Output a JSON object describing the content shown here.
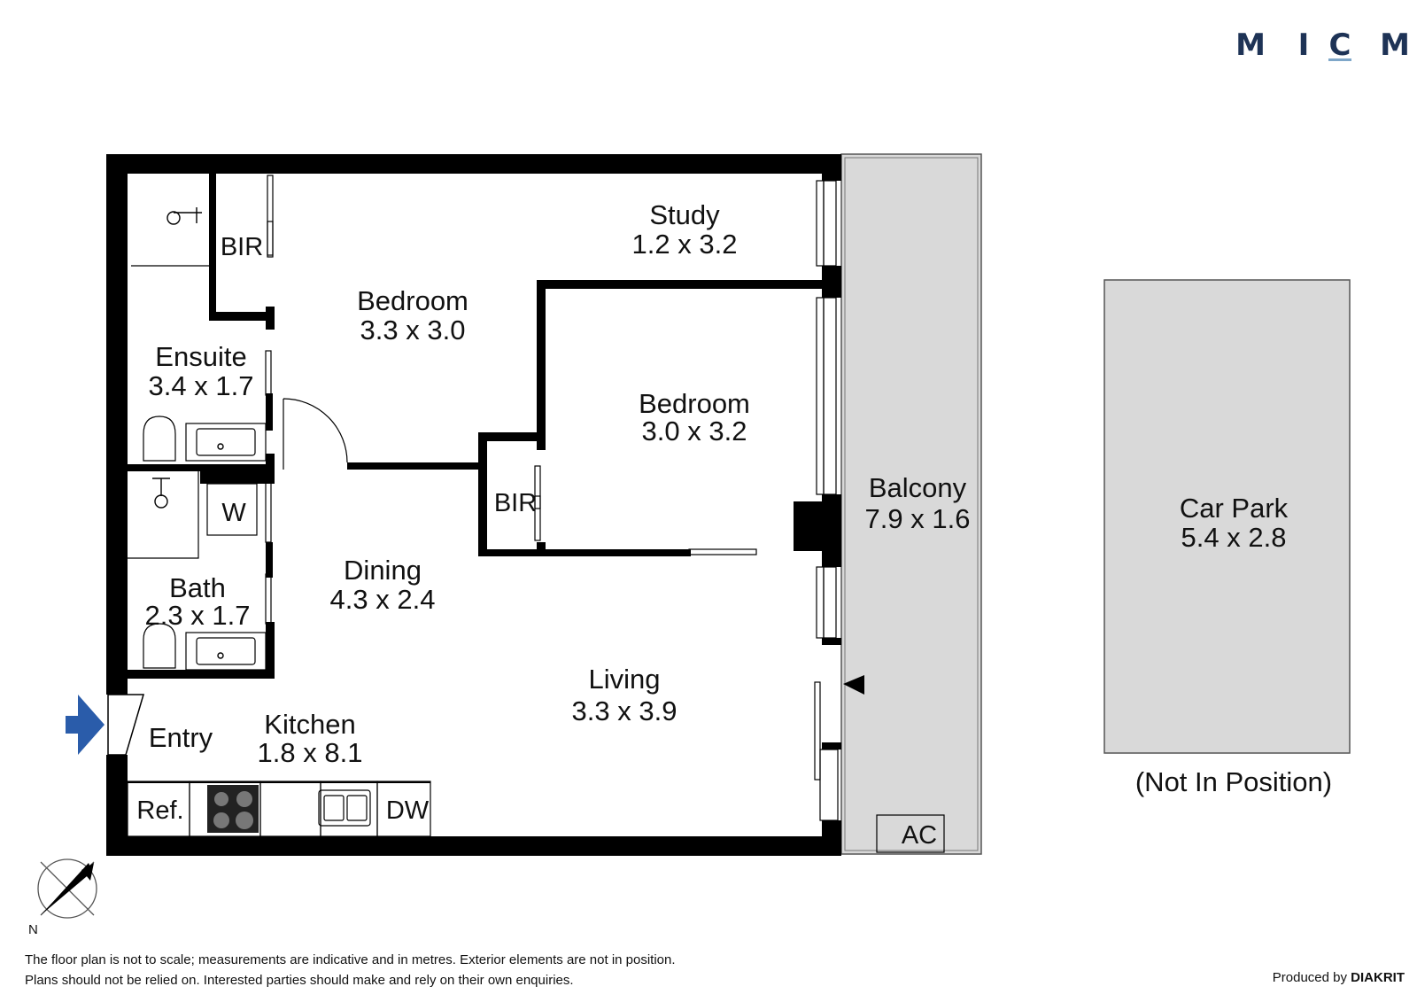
{
  "brand": {
    "letters": [
      "M",
      "I",
      "C",
      "M"
    ],
    "color": "#1e3356",
    "accent": "#7fa7c9"
  },
  "rooms": {
    "study": {
      "name": "Study",
      "size": "1.2 x 3.2"
    },
    "bedroom1": {
      "name": "Bedroom",
      "size": "3.3 x 3.0"
    },
    "bedroom2": {
      "name": "Bedroom",
      "size": "3.0 x 3.2"
    },
    "ensuite": {
      "name": "Ensuite",
      "size": "3.4 x 1.7"
    },
    "bath": {
      "name": "Bath",
      "size": "2.3 x 1.7"
    },
    "dining": {
      "name": "Dining",
      "size": "4.3 x 2.4"
    },
    "living": {
      "name": "Living",
      "size": "3.3 x 3.9"
    },
    "kitchen": {
      "name": "Kitchen",
      "size": "1.8 x 8.1"
    },
    "entry": {
      "name": "Entry"
    },
    "balcony": {
      "name": "Balcony",
      "size": "7.9 x 1.6"
    },
    "car_park": {
      "name": "Car Park",
      "size": "5.4 x 2.8",
      "note": "(Not In Position)"
    }
  },
  "fixtures": {
    "bir_top": "BIR",
    "bir_middle": "BIR",
    "laundry": "W",
    "fridge": "Ref.",
    "dishwasher": "DW",
    "air_con": "AC"
  },
  "compass": {
    "label": "N"
  },
  "colors": {
    "wall": "#000000",
    "outdoor_fill": "#d9d9d9",
    "entry_arrow": "#2a5caa"
  },
  "disclaimer": {
    "line1": "The floor plan is not to scale; measurements are indicative and in metres. Exterior elements are not in position.",
    "line2": "Plans should not be relied on. Interested parties should make and rely on their own enquiries."
  },
  "credit": {
    "prefix": "Produced by",
    "name": "DIAKRIT"
  }
}
